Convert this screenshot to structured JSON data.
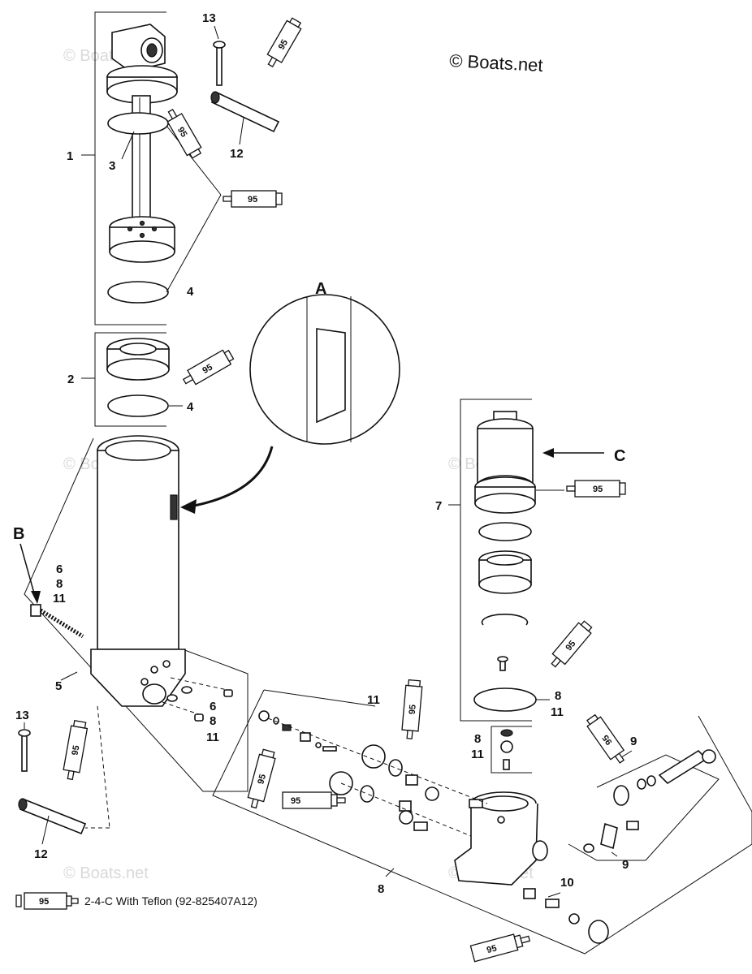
{
  "copyright": "© Boats.net",
  "watermark": "© Boats.net",
  "sealant_number": "95",
  "legend": {
    "text": "2-4-C  With Teflon (92-825407A12)"
  },
  "detail_labels": {
    "a": "A",
    "b": "B",
    "c": "C"
  },
  "callouts": {
    "c1": "1",
    "c2": "2",
    "c3": "3",
    "c4a": "4",
    "c4b": "4",
    "c5": "5",
    "c6a": "6",
    "c8a": "8",
    "c11a": "11",
    "c6b": "6",
    "c8b": "8",
    "c11b": "11",
    "c7": "7",
    "c8c": "8",
    "c11c": "11",
    "c8d": "8",
    "c11d": "11",
    "c8e": "8",
    "c9a": "9",
    "c9b": "9",
    "c10": "10",
    "c11e": "11",
    "c12a": "12",
    "c12b": "12",
    "c13a": "13",
    "c13b": "13"
  }
}
